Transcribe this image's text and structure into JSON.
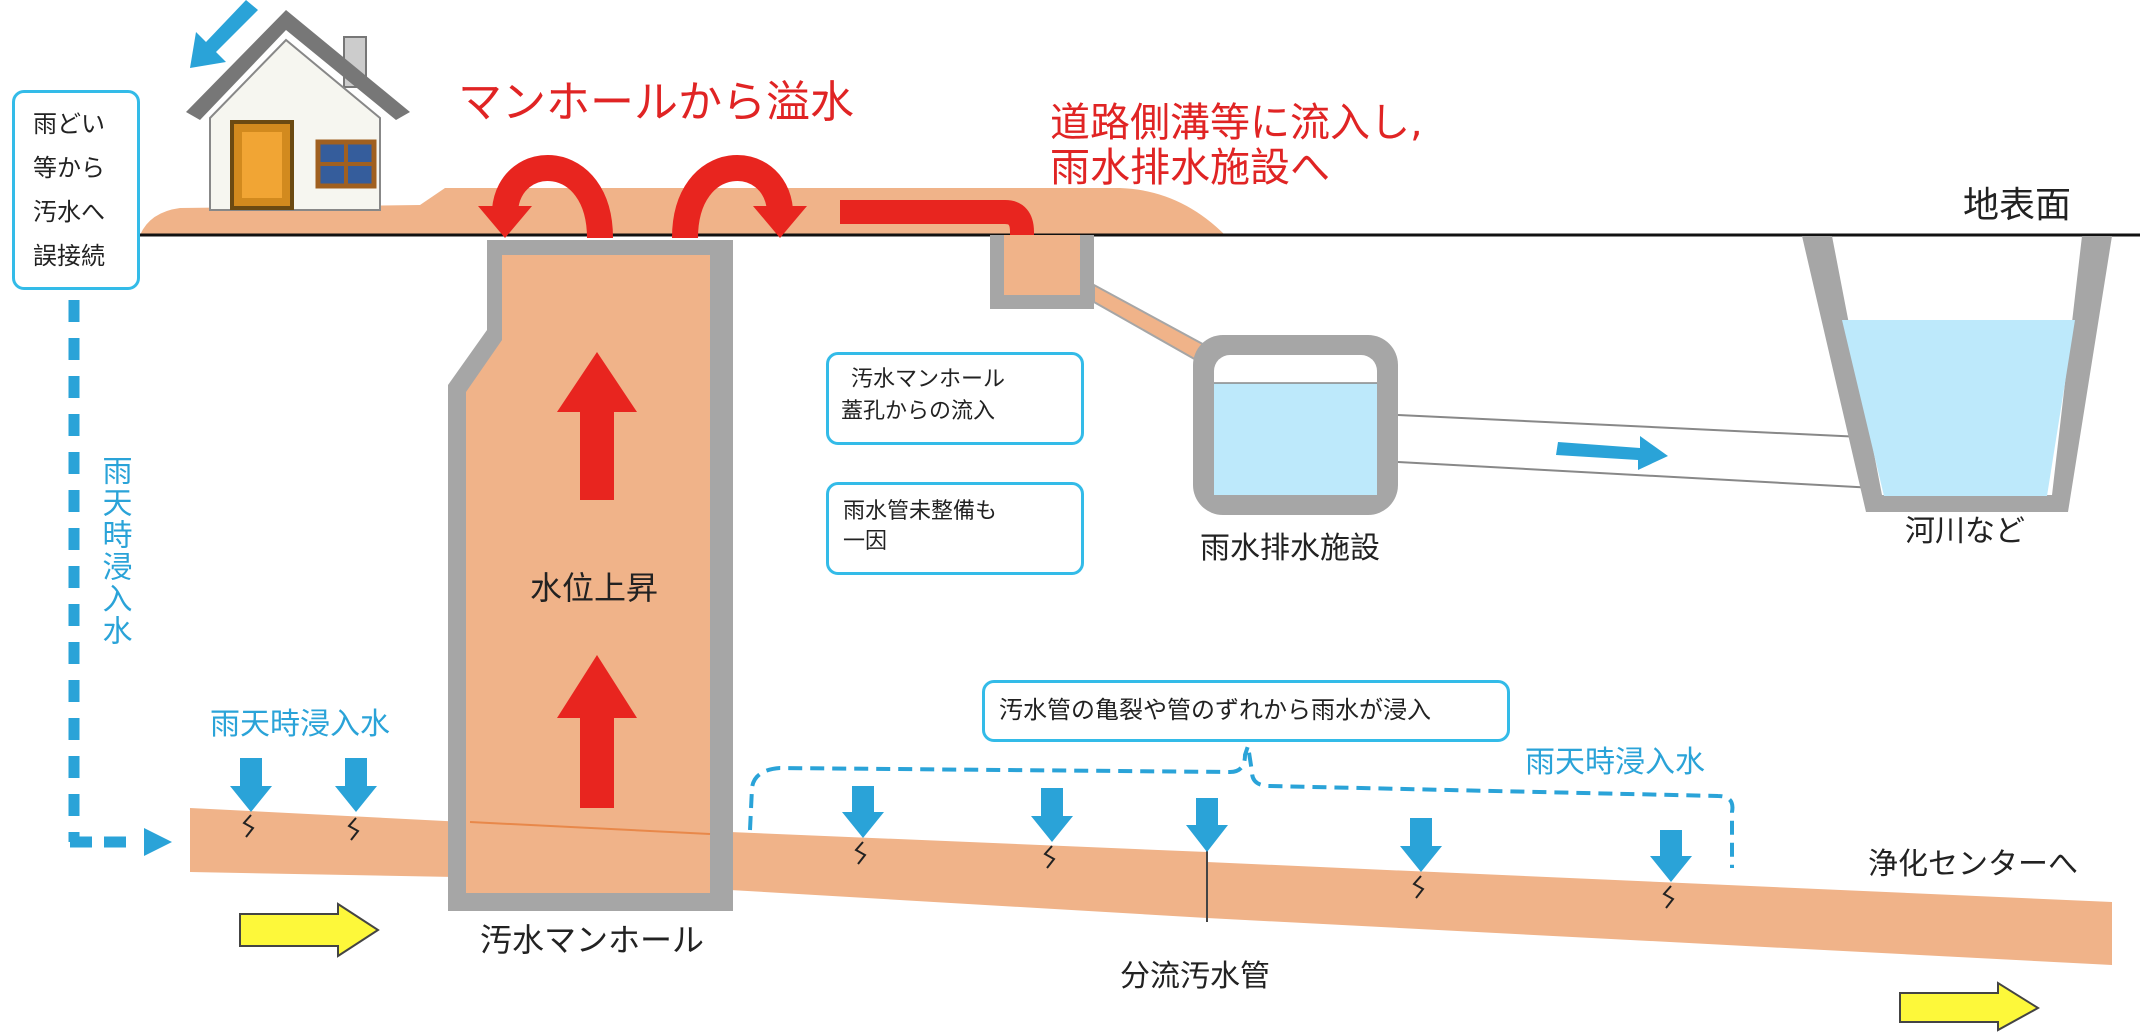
{
  "labels": {
    "manhole_overflow": "マンホールから溢水",
    "road_ditch_line1": "道路側溝等に流入し,",
    "road_ditch_line2": "雨水排水施設へ",
    "ground_surface": "地表面",
    "downspout_lines": [
      "雨どい",
      "等から",
      "汚水へ",
      "誤接続"
    ],
    "rain_infiltration_vertical": "雨天時浸入水",
    "rain_infiltration_left": "雨天時浸入水",
    "rain_infiltration_right": "雨天時浸入水",
    "water_level_rise": "水位上昇",
    "sewage_manhole": "汚水マンホール",
    "lid_inflow_line1": "汚水マンホール",
    "lid_inflow_line2": "蓋孔からの流入",
    "storm_pipe_line1": "雨水管未整備も",
    "storm_pipe_line2": "一因",
    "stormwater_facility": "雨水排水施設",
    "river": "河川など",
    "crack_infiltration": "汚水管の亀裂や管のずれから雨水が浸入",
    "to_treatment_center": "浄化センターへ",
    "separate_sewer": "分流汚水管"
  },
  "colors": {
    "soil": "#f0b389",
    "manhole_wall": "#a6a6a6",
    "red_arrow": "#e8251f",
    "water": "#bde9fb",
    "infiltration_blue": "#2aa3d8",
    "flow_yellow": "#fdf83a",
    "callout_border": "#33bbe8"
  },
  "icons": [
    "house-icon",
    "rain-arrow-icon",
    "overflow-arrow-icon",
    "flow-arrow-icon",
    "infiltration-arrow-icon"
  ]
}
